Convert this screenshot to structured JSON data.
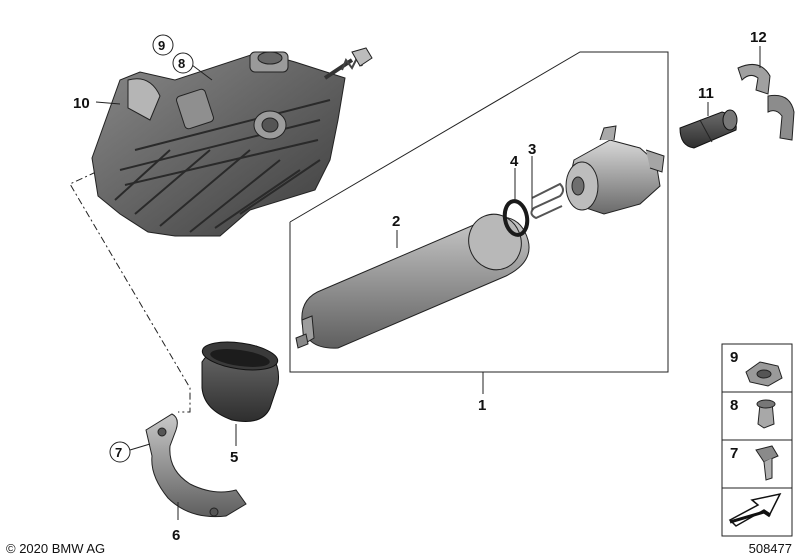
{
  "callouts": {
    "c1": "1",
    "c2": "2",
    "c3": "3",
    "c4": "4",
    "c5": "5",
    "c6": "6",
    "c7": "7",
    "c8": "8",
    "c9": "9",
    "c10": "10",
    "c11": "11",
    "c12": "12",
    "legend_9": "9",
    "legend_8": "8",
    "legend_7": "7"
  },
  "footer": {
    "copyright": "© 2020 BMW AG",
    "diagram_number": "508477"
  }
}
